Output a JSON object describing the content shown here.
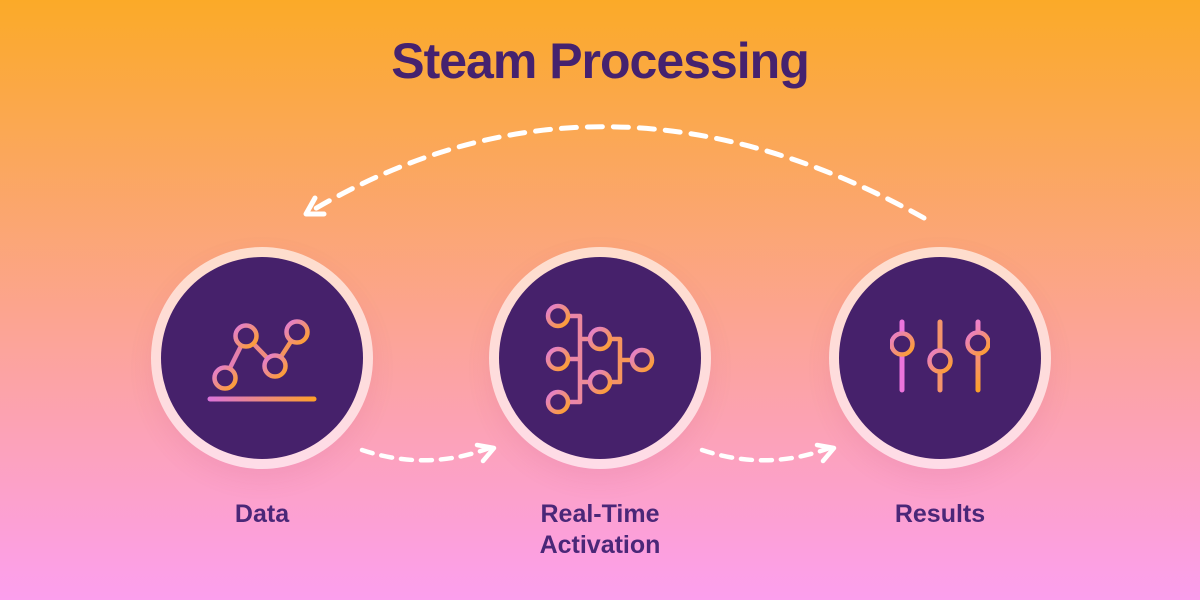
{
  "title": "Steam Processing",
  "palette": {
    "bg_top": "#FBAA28",
    "bg_bottom": "#FC9FEE",
    "title_text": "#45226F",
    "label_text": "#4A2778",
    "circle_fill": "#46216B",
    "circle_ring": "rgba(255,255,255,0.62)",
    "icon_pink": "#DC73DC",
    "icon_orange": "#FFA126",
    "arrow_color": "#FFFFFF"
  },
  "steps": [
    {
      "label": "Data",
      "icon": "line-chart-icon"
    },
    {
      "label": "Real-Time Activation",
      "icon": "decision-tree-icon"
    },
    {
      "label": "Results",
      "icon": "sliders-icon"
    }
  ],
  "arrows": [
    {
      "name": "feedback-arrow",
      "from": "Results",
      "to": "Data",
      "style": "dashed-curve"
    },
    {
      "name": "arrow-data-to-activation",
      "from": "Data",
      "to": "Real-Time Activation",
      "style": "dashed-curve"
    },
    {
      "name": "arrow-activation-to-results",
      "from": "Real-Time Activation",
      "to": "Results",
      "style": "dashed-curve"
    }
  ]
}
